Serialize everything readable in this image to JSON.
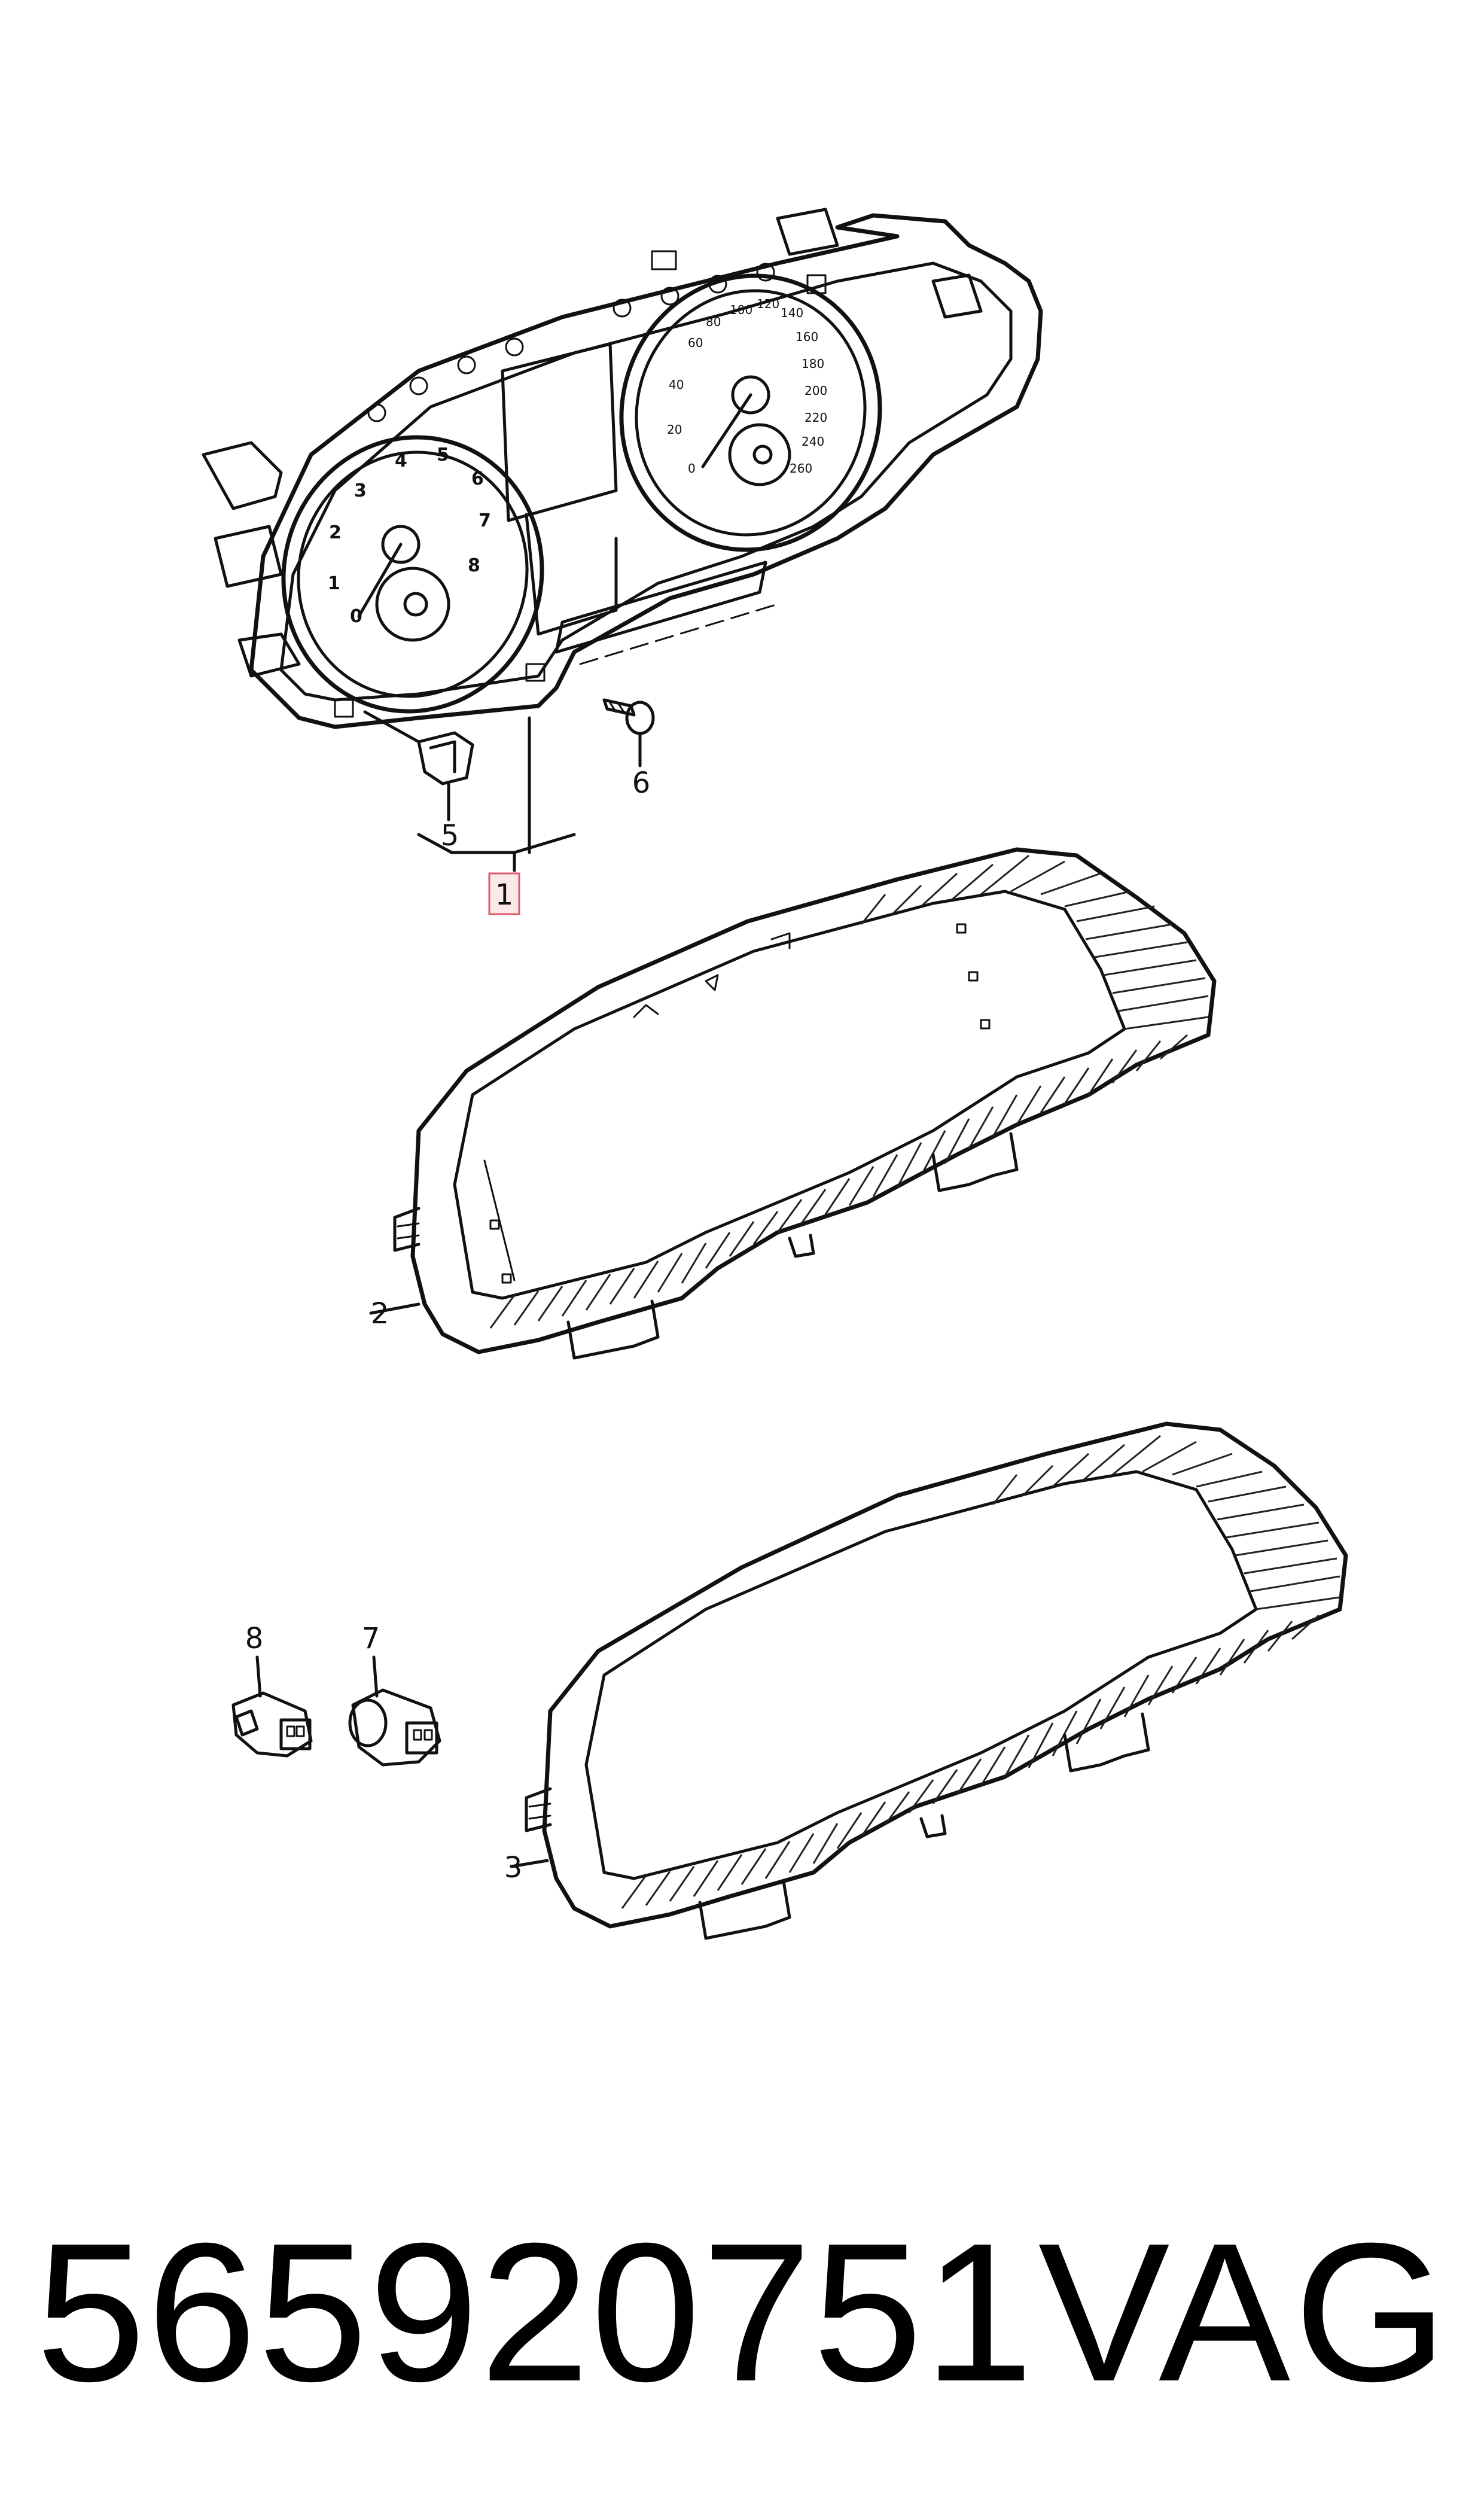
{
  "callouts": {
    "c1": "1",
    "c2": "2",
    "c3": "3",
    "c5": "5",
    "c6": "6",
    "c7": "7",
    "c8": "8"
  },
  "tachometer_scale": [
    "0",
    "1",
    "2",
    "3",
    "4",
    "5",
    "6",
    "7",
    "8"
  ],
  "speedometer_scale": [
    "0",
    "20",
    "40",
    "60",
    "80",
    "100",
    "120",
    "140",
    "160",
    "180",
    "200",
    "220",
    "240",
    "260"
  ],
  "footer": {
    "part_number": "565920751",
    "brand": "VAG"
  },
  "colors": {
    "line": "#111111",
    "highlight_fill": "#fde8ea",
    "highlight_stroke": "#e05a6a"
  }
}
